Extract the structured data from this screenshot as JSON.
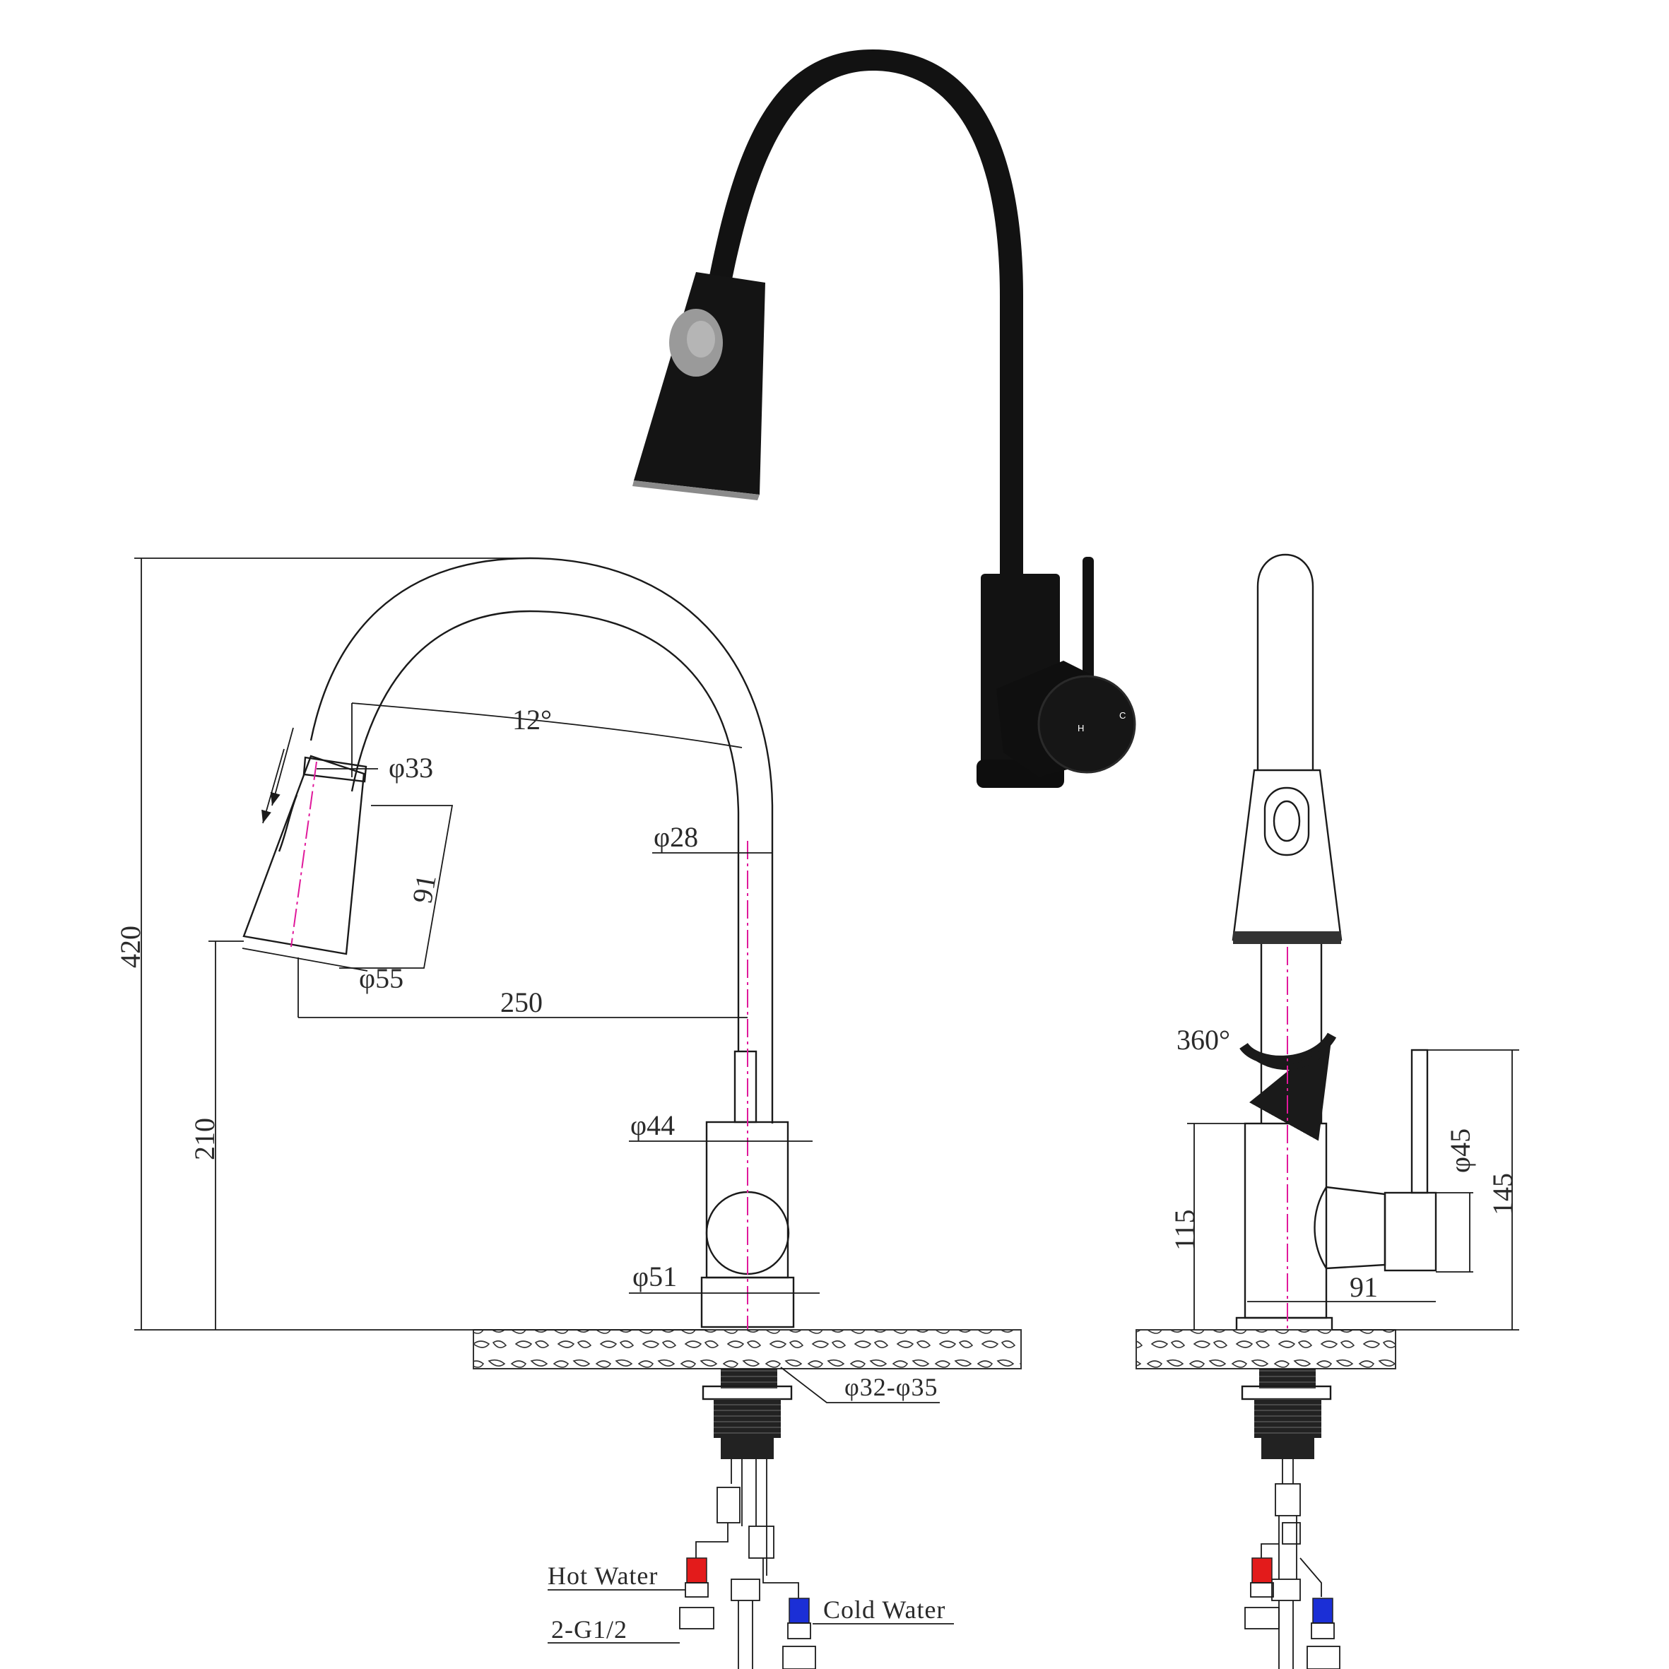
{
  "dimensions": {
    "height_total": "420",
    "spout_height": "210",
    "reach": "250",
    "pullout_length": "91",
    "spray_angle": "12°",
    "spray_top_diameter": "φ33",
    "spray_bottom_diameter": "φ55",
    "spout_tube_diameter": "φ28",
    "body_diameter": "φ44",
    "base_diameter": "φ51",
    "mount_hole_range": "φ32-φ35",
    "rotation": "360°",
    "body_height": "115",
    "handle_height": "145",
    "handle_diameter": "φ45",
    "handle_depth": "91"
  },
  "labels": {
    "hot_water": "Hot Water",
    "cold_water": "Cold Water",
    "connection": "2-G1/2"
  },
  "product_photo": {
    "handle_marks": {
      "hot": "H",
      "cold": "C"
    }
  },
  "colors": {
    "line": "#1a1a1a",
    "center_line": "#e0199b",
    "faucet_body": "#121212",
    "spray_button": "#9a9a9a",
    "hot_valve": "#e31b1b",
    "cold_valve": "#1b2fd6"
  }
}
